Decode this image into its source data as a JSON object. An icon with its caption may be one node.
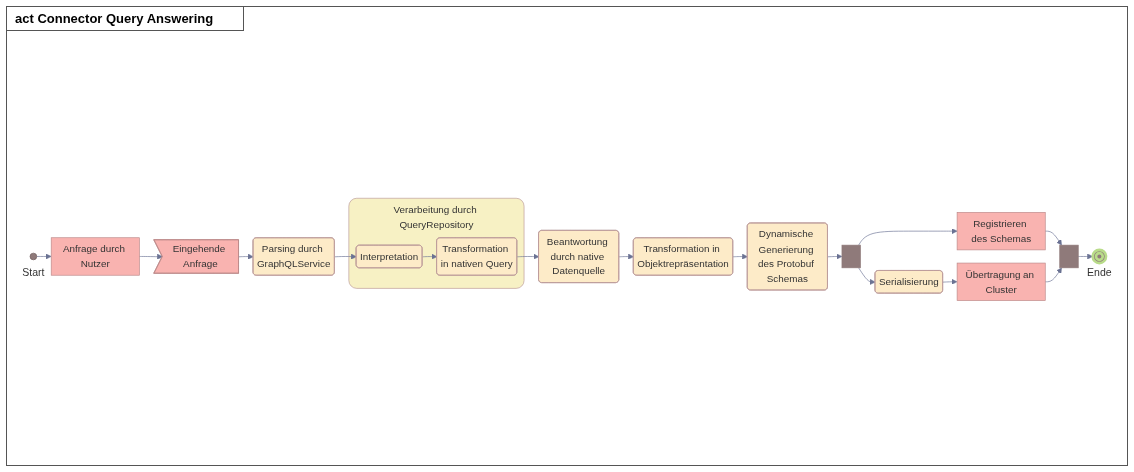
{
  "diagram": {
    "title": "act Connector Query Answering",
    "nodes": [
      {
        "text": [],
        "shape": "circle",
        "beside": [
          "Start"
        ]
      },
      {
        "text": [
          "Anfrage durch Nutzer"
        ]
      },
      {
        "text": [
          "Eingehende Anfrage"
        ]
      },
      {
        "text": [
          "Parsing durch GraphQLService"
        ]
      },
      {
        "text": [
          "Verarbeitung durch QueryRepository"
        ]
      },
      {
        "text": [
          "Interpretation"
        ],
        "in": 4
      },
      {
        "text": [
          "Transformation in nativen Query"
        ],
        "in": 4
      },
      {
        "text": [
          "Beantwortung durch native Datenquelle"
        ]
      },
      {
        "text": [
          "Transformation in Objektrepräsentation"
        ]
      },
      {
        "text": [
          "Dynamische Generierung des Protobuf Schemas"
        ]
      },
      {
        "text": [],
        "shape": "bar"
      },
      {
        "text": [
          "Registrieren des Schemas"
        ]
      },
      {
        "text": [
          "Serialisierung"
        ]
      },
      {
        "text": [
          "Übertragung an Cluster"
        ]
      },
      {
        "text": [],
        "shape": "bar"
      },
      {
        "text": [],
        "shape": "circle",
        "beside": [
          "Ende"
        ]
      }
    ],
    "edges": [
      {
        "from": 0,
        "to": 1,
        "arrow": "to"
      },
      {
        "from": 1,
        "to": 2,
        "arrow": "to"
      },
      {
        "from": 2,
        "to": 3,
        "arrow": "to"
      },
      {
        "from": 3,
        "to": 5,
        "arrow": "to"
      },
      {
        "from": 5,
        "to": 6,
        "arrow": "to"
      },
      {
        "from": 6,
        "to": 7,
        "arrow": "to"
      },
      {
        "from": 7,
        "to": 8,
        "arrow": "to"
      },
      {
        "from": 8,
        "to": 9,
        "arrow": "to"
      },
      {
        "from": 9,
        "to": 10,
        "arrow": "to"
      },
      {
        "from": 10,
        "to": 11,
        "arrow": "to"
      },
      {
        "from": 10,
        "to": 12,
        "arrow": "to"
      },
      {
        "from": 12,
        "to": 13,
        "arrow": "to"
      },
      {
        "from": 11,
        "to": 14,
        "arrow": "to"
      },
      {
        "from": 13,
        "to": 14,
        "arrow": "to"
      },
      {
        "from": 14,
        "to": 15,
        "arrow": "to"
      }
    ]
  }
}
